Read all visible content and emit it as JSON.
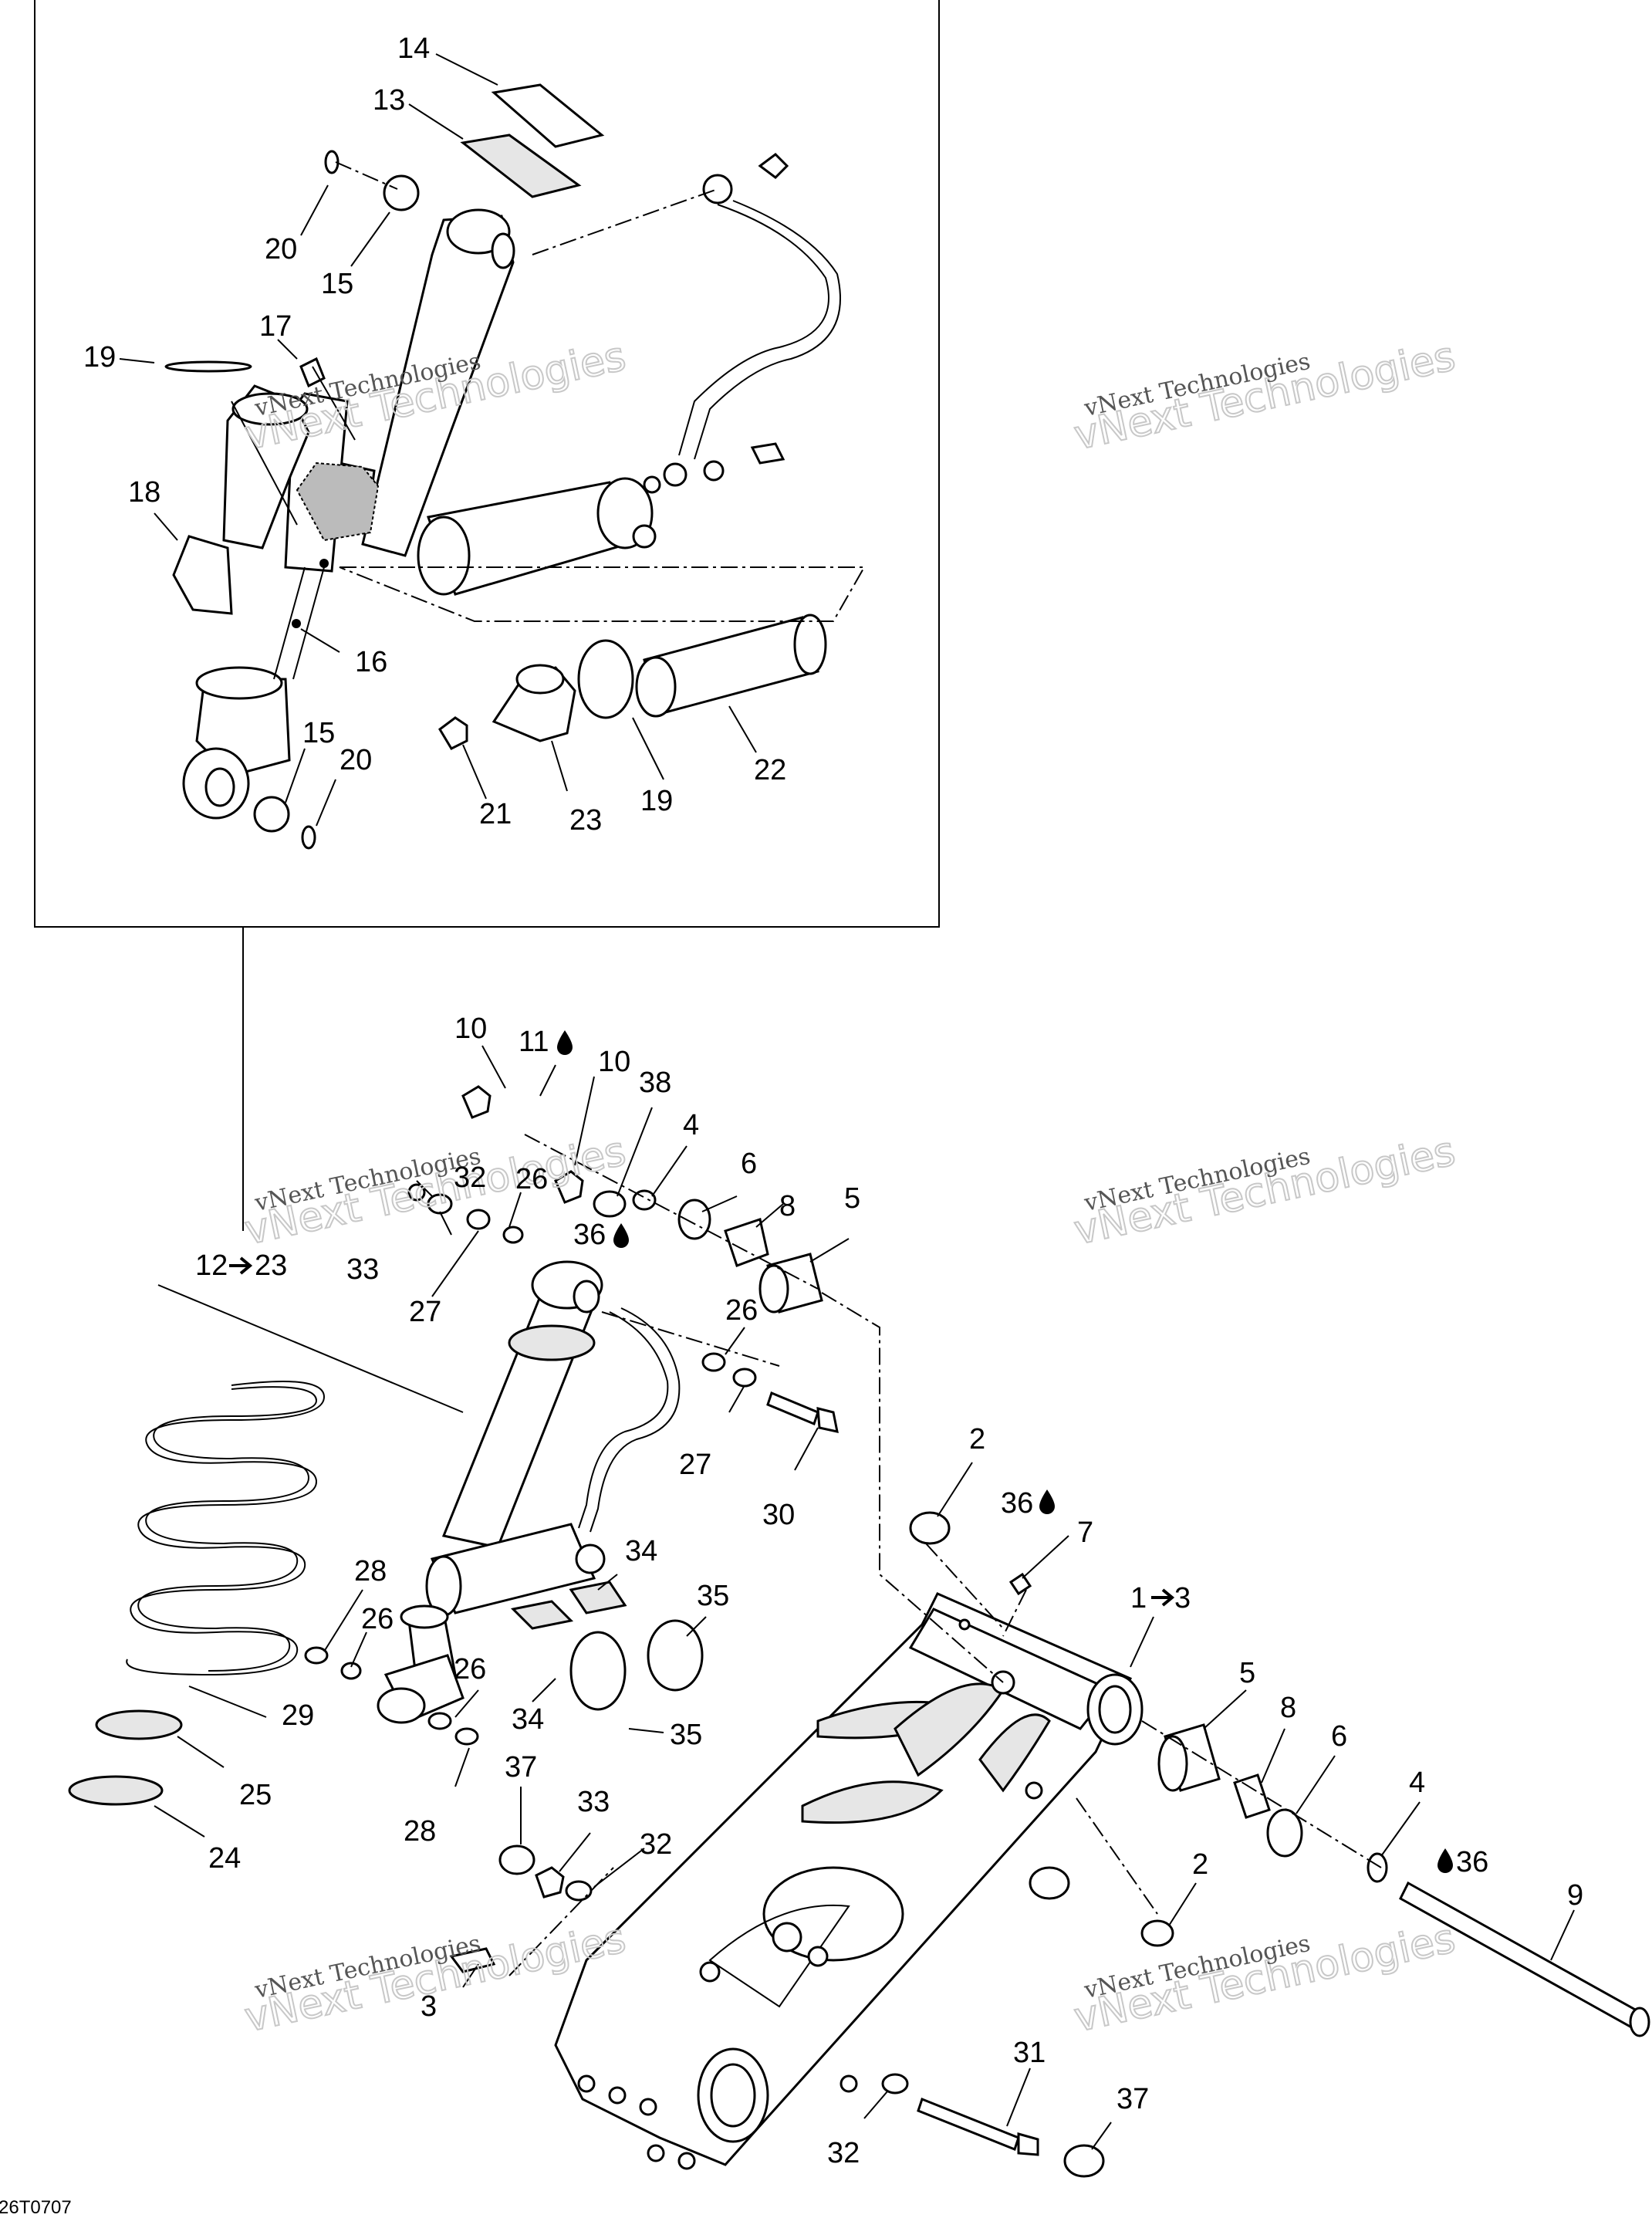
{
  "document_code": "26T0707",
  "watermark": {
    "line1": "vNext Technologies",
    "line2": "vNext Technologies"
  },
  "callouts": [
    {
      "id": "c14",
      "text": "14"
    },
    {
      "id": "c13",
      "text": "13"
    },
    {
      "id": "c20a",
      "text": "20"
    },
    {
      "id": "c15a",
      "text": "15"
    },
    {
      "id": "c17",
      "text": "17"
    },
    {
      "id": "c19a",
      "text": "19"
    },
    {
      "id": "c18",
      "text": "18"
    },
    {
      "id": "c16",
      "text": "16"
    },
    {
      "id": "c15b",
      "text": "15"
    },
    {
      "id": "c20b",
      "text": "20"
    },
    {
      "id": "c21",
      "text": "21"
    },
    {
      "id": "c23",
      "text": "23"
    },
    {
      "id": "c19b",
      "text": "19"
    },
    {
      "id": "c22",
      "text": "22"
    },
    {
      "id": "c10a",
      "text": "10"
    },
    {
      "id": "c11",
      "text": "11"
    },
    {
      "id": "c10b",
      "text": "10"
    },
    {
      "id": "c38",
      "text": "38"
    },
    {
      "id": "c4a",
      "text": "4"
    },
    {
      "id": "c6a",
      "text": "6"
    },
    {
      "id": "c8a",
      "text": "8"
    },
    {
      "id": "c5a",
      "text": "5"
    },
    {
      "id": "c32a",
      "text": "32"
    },
    {
      "id": "c26a",
      "text": "26"
    },
    {
      "id": "c36a",
      "text": "36"
    },
    {
      "id": "c33a",
      "text": "33"
    },
    {
      "id": "c27a",
      "text": "27"
    },
    {
      "id": "c12",
      "text": "12"
    },
    {
      "id": "c23b",
      "text": "23"
    },
    {
      "id": "c26b",
      "text": "26"
    },
    {
      "id": "c27b",
      "text": "27"
    },
    {
      "id": "c30",
      "text": "30"
    },
    {
      "id": "c2a",
      "text": "2"
    },
    {
      "id": "c36b",
      "text": "36"
    },
    {
      "id": "c7",
      "text": "7"
    },
    {
      "id": "c1",
      "text": "1"
    },
    {
      "id": "c3a",
      "text": "3"
    },
    {
      "id": "c28a",
      "text": "28"
    },
    {
      "id": "c34a",
      "text": "34"
    },
    {
      "id": "c35a",
      "text": "35"
    },
    {
      "id": "c26c",
      "text": "26"
    },
    {
      "id": "c26d",
      "text": "26"
    },
    {
      "id": "c29",
      "text": "29"
    },
    {
      "id": "c34b",
      "text": "34"
    },
    {
      "id": "c35b",
      "text": "35"
    },
    {
      "id": "c5b",
      "text": "5"
    },
    {
      "id": "c8b",
      "text": "8"
    },
    {
      "id": "c6b",
      "text": "6"
    },
    {
      "id": "c25",
      "text": "25"
    },
    {
      "id": "c37a",
      "text": "37"
    },
    {
      "id": "c33b",
      "text": "33"
    },
    {
      "id": "c28b",
      "text": "28"
    },
    {
      "id": "c32b",
      "text": "32"
    },
    {
      "id": "c24",
      "text": "24"
    },
    {
      "id": "c4b",
      "text": "4"
    },
    {
      "id": "c36c",
      "text": "36"
    },
    {
      "id": "c9",
      "text": "9"
    },
    {
      "id": "c2b",
      "text": "2"
    },
    {
      "id": "c3b",
      "text": "3"
    },
    {
      "id": "c31",
      "text": "31"
    },
    {
      "id": "c37b",
      "text": "37"
    },
    {
      "id": "c32c",
      "text": "32"
    }
  ]
}
